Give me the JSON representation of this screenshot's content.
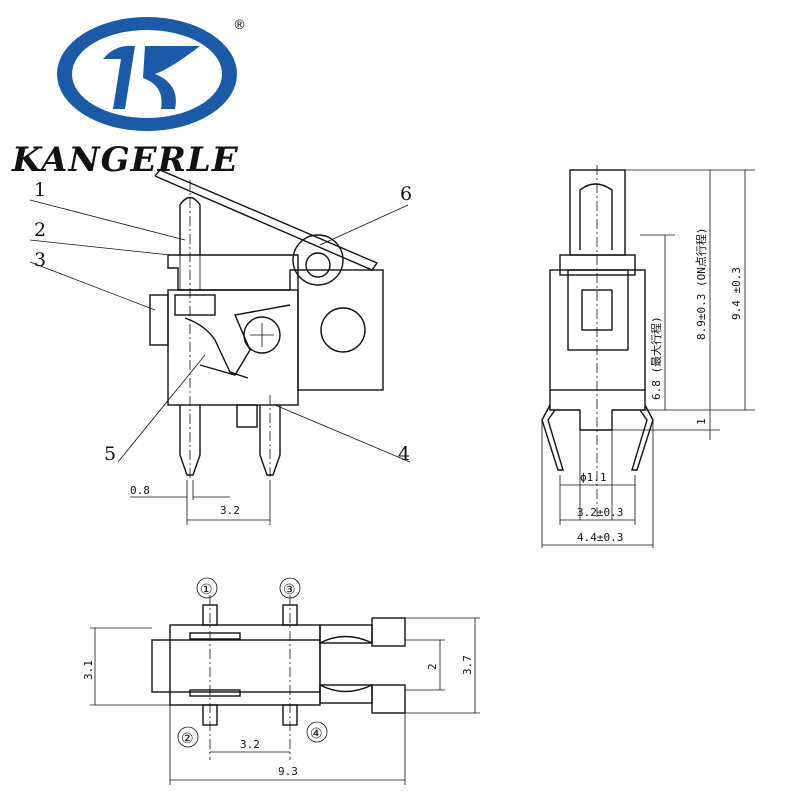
{
  "brand": {
    "name": "KANGERLE",
    "registered": "®",
    "logo_color": "#1a5aa8"
  },
  "front_view": {
    "callouts": [
      "1",
      "2",
      "3",
      "4",
      "5",
      "6"
    ],
    "dims": {
      "pin_width": "0.8",
      "pitch": "3.2"
    }
  },
  "side_view": {
    "dims": {
      "diameter": "ϕ1.1",
      "span_inner": "3.2±0.3",
      "span_outer": "4.4±0.3",
      "stroke_max": "6.8 (最大行程)",
      "on_point": "8.9±0.3 (ON点行程)",
      "height": "9.4 ±0.3",
      "offset": "1"
    }
  },
  "bottom_view": {
    "pins": [
      "①",
      "②",
      "③",
      "④"
    ],
    "dims": {
      "height": "3.1",
      "pitch": "3.2",
      "length": "9.3",
      "slot": "2",
      "width": "3.7"
    }
  }
}
